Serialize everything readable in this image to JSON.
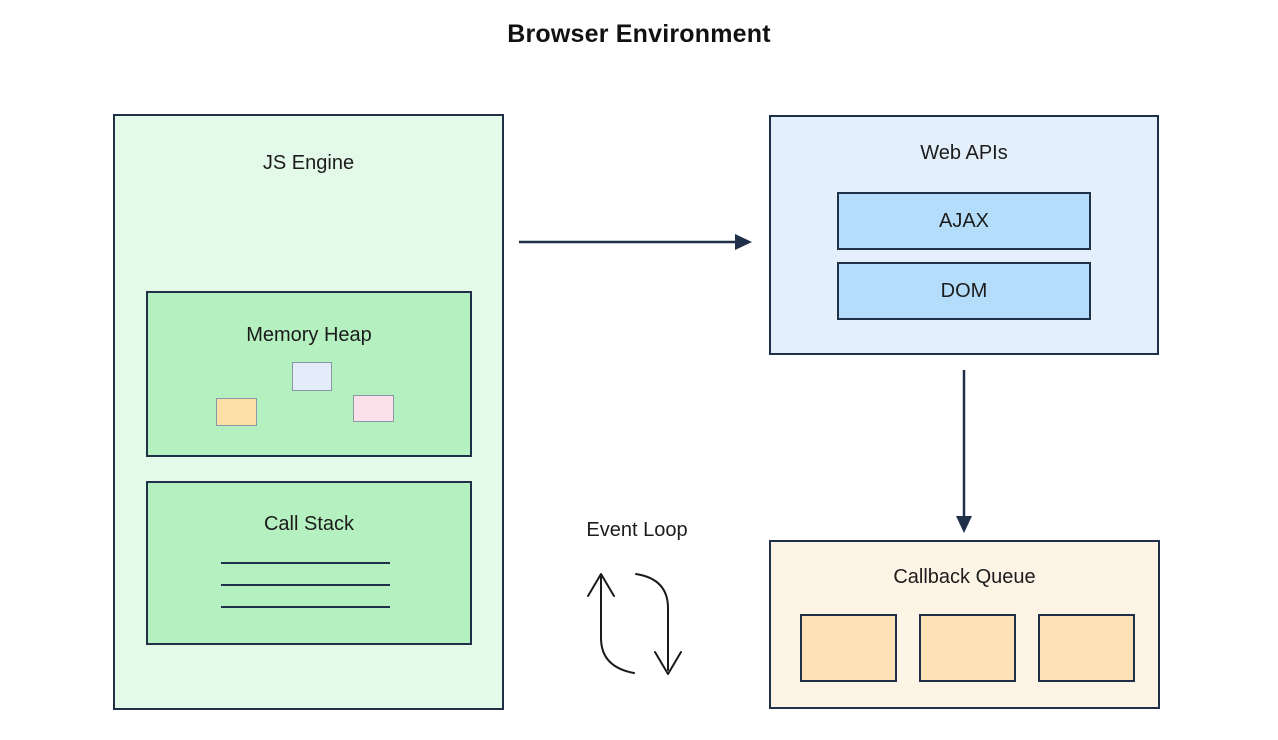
{
  "title": "Browser Environment",
  "js_engine": {
    "label": "JS Engine",
    "memory_heap": {
      "label": "Memory Heap",
      "objects": [
        {
          "name": "heap-object-blue",
          "color": "#e3edfa"
        },
        {
          "name": "heap-object-orange",
          "color": "#fbdfa6"
        },
        {
          "name": "heap-object-pink",
          "color": "#fbdfe9"
        }
      ]
    },
    "call_stack": {
      "label": "Call Stack",
      "frame_count": 3
    }
  },
  "web_apis": {
    "label": "Web APIs",
    "items": [
      {
        "label": "AJAX"
      },
      {
        "label": "DOM"
      }
    ]
  },
  "callback_queue": {
    "label": "Callback Queue",
    "item_count": 3
  },
  "event_loop": {
    "label": "Event Loop"
  },
  "arrows": [
    {
      "name": "js-engine-to-web-apis",
      "direction": "right"
    },
    {
      "name": "web-apis-to-callback-queue",
      "direction": "down"
    },
    {
      "name": "event-loop-cycle",
      "direction": "cycle"
    }
  ],
  "colors": {
    "box_stroke": "#213049",
    "arrow": "#213049",
    "event_loop_stroke": "#1a1a1a",
    "js_engine_fill": "#e4fae9",
    "heap_stack_fill": "#b5f0c0",
    "web_apis_fill": "#e4effc",
    "api_item_fill": "#b3ddfb",
    "callback_queue_fill": "#fdf4e6",
    "queue_item_fill": "#fde2b5",
    "title_color": "#111111"
  }
}
